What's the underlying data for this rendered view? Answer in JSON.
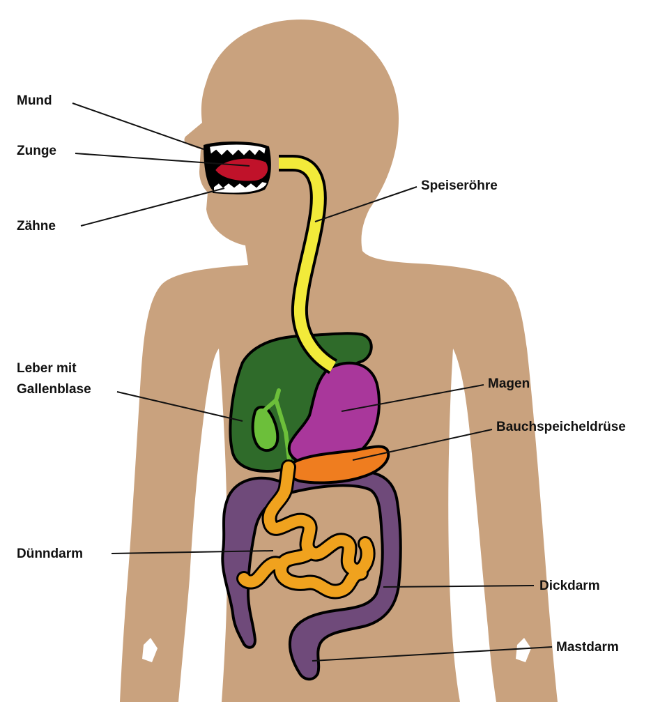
{
  "labels": {
    "mund": "Mund",
    "zunge": "Zunge",
    "zaehne": "Zähne",
    "speiseroehre": "Speiseröhre",
    "leber_line1": "Leber mit",
    "leber_line2": "Gallenblase",
    "magen": "Magen",
    "bauchspeicheldruese": "Bauchspeicheldrüse",
    "duenndarm": "Dünndarm",
    "dickdarm": "Dickdarm",
    "mastdarm": "Mastdarm"
  },
  "colors": {
    "body": "#c9a27e",
    "teeth": "#ffffff",
    "tongue": "#c0122a",
    "esophagus": "#f2ea3a",
    "liver": "#2f6b2a",
    "gallbladder": "#6cbf3a",
    "stomach": "#a9379b",
    "pancreas": "#ef7d1f",
    "small_intestine": "#f0a21e",
    "large_intestine": "#6f4a7a",
    "text": "#111111"
  }
}
